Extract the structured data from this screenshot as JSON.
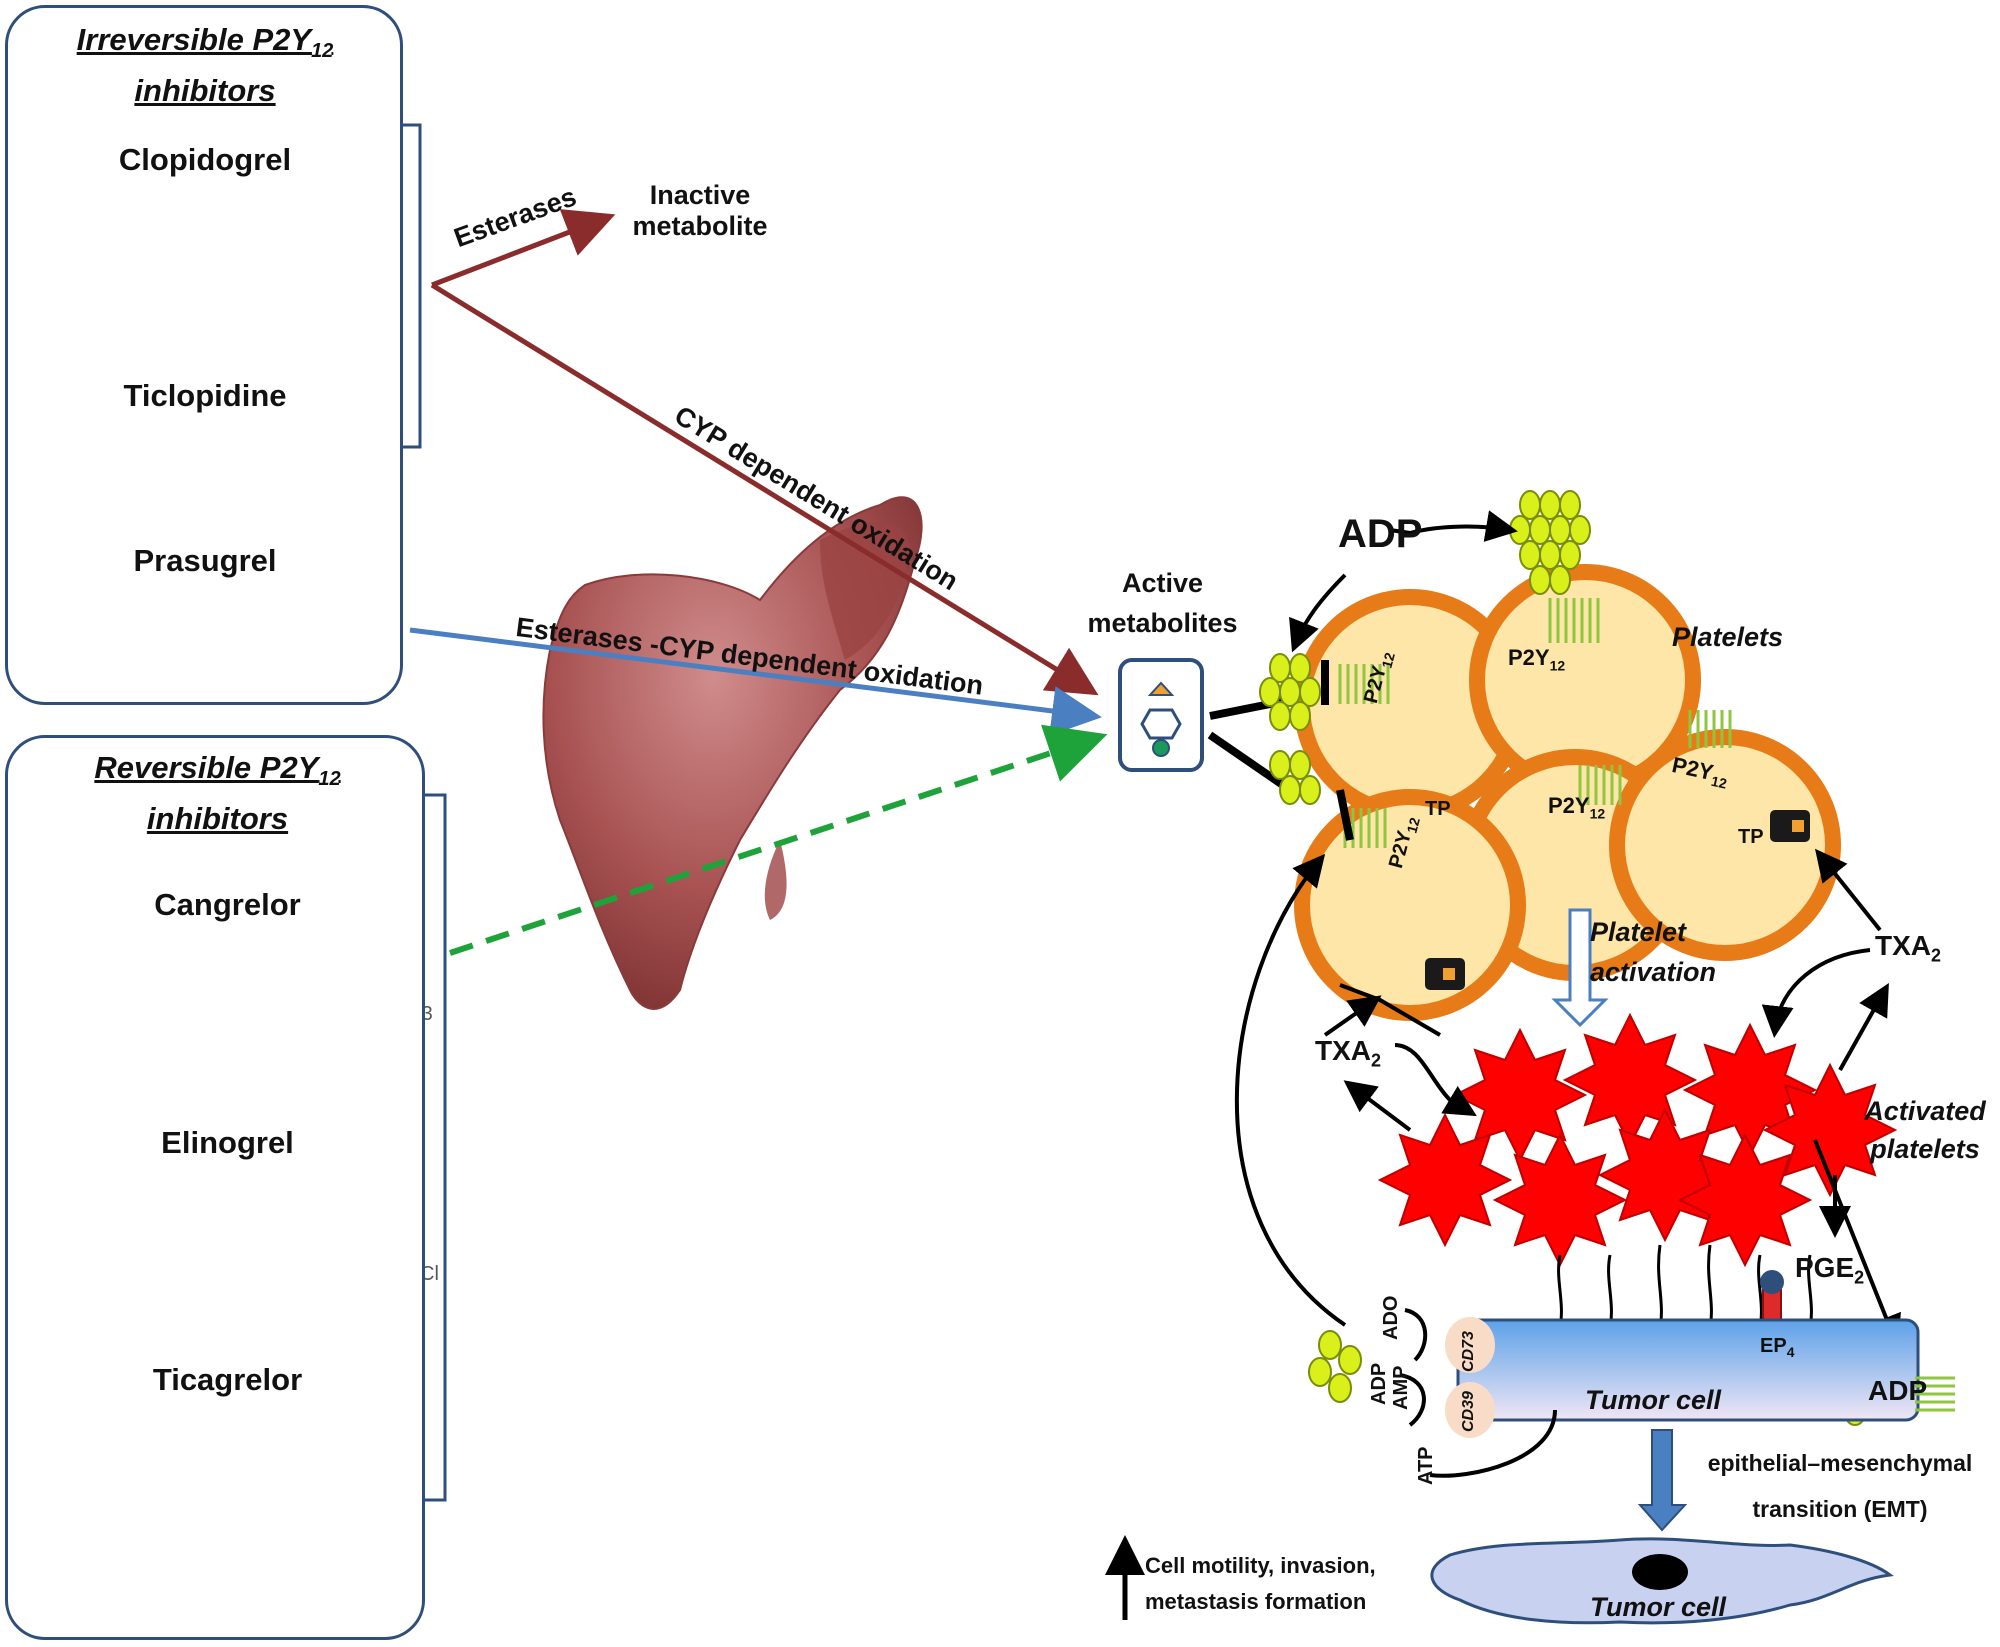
{
  "irreversible": {
    "heading_line1": "Irreversible P2Y",
    "heading_sub": "12",
    "heading_line2": "inhibitors",
    "drugs": [
      "Clopidogrel",
      "Ticlopidine",
      "Prasugrel"
    ]
  },
  "reversible": {
    "heading_line1": "Reversible P2Y",
    "heading_sub": "12",
    "heading_line2": "inhibitors",
    "drugs": [
      "Cangrelor",
      "Elinogrel",
      "Ticagrelor"
    ]
  },
  "pathways": {
    "esterases": "Esterases",
    "inactive_metabolite": [
      "Inactive",
      "metabolite"
    ],
    "cyp_oxidation": "CYP dependent oxidation",
    "esterases_cyp": "Esterases -CYP dependent oxidation",
    "active_metabolites": [
      "Active",
      "metabolites"
    ]
  },
  "platelets": {
    "adp": "ADP",
    "platelets_label": "Platelets",
    "p2y12": "P2Y",
    "p2y12_sub": "12",
    "tp": "TP",
    "platelet_activation": [
      "Platelet",
      "activation"
    ],
    "txa2": "TXA",
    "txa2_sub": "2",
    "activated_platelets": [
      "Activated",
      "platelets"
    ]
  },
  "tumor": {
    "pge2": "PGE",
    "pge2_sub": "2",
    "ep4": "EP",
    "ep4_sub": "4",
    "adp_right": "ADP",
    "tumor_cell": "Tumor cell",
    "cd73": "CD73",
    "cd39": "CD39",
    "ado": "ADO",
    "amp": "AMP",
    "adp_left": "ADP",
    "atp": "ATP",
    "emt": [
      "epithelial–mesenchymal",
      "transition (EMT)"
    ],
    "motility": [
      "Cell motility, invasion,",
      "metastasis formation"
    ],
    "tumor_cell_bottom": "Tumor cell"
  },
  "colors": {
    "box_border": "#2e4f7c",
    "red_arrow": "#8b2c2c",
    "blue_arrow": "#4a7fc1",
    "green_dashed": "#1ea33a",
    "platelet_fill": "#fde6a8",
    "platelet_border": "#e77b17",
    "activated_fill": "#ff0000",
    "receptor_green": "#8fc63f",
    "adp_yellow": "#d9f01a",
    "liver": "#a85252",
    "tumor_blue": "#7fb2e8"
  },
  "icons": [
    "liver-illustration",
    "chemical-structure",
    "receptor-icon",
    "adp-cluster-icon"
  ]
}
